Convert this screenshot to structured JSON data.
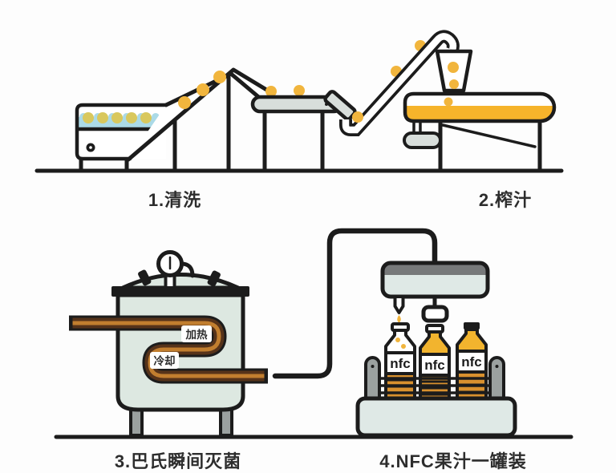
{
  "colors": {
    "background": "#fdfdfd",
    "outline": "#1c1c1c",
    "label_text": "#2d2d2d",
    "fruit": "#f1b53d",
    "fruit_washed": "#d9c85d",
    "water": "#abdae7",
    "belt": "#d8dedb",
    "juice": "#f6b42b",
    "tank_body": "#dde8e1",
    "platform": "#dfe9e6",
    "post": "#9ba1a0",
    "head_band": "#77797a",
    "pipe_dark": "#56331a",
    "pipe_stripe": "#c17e2f",
    "bottle_juice": "#f2b42e",
    "rib_orange": "#d9912e"
  },
  "steps": [
    {
      "label": "1.清洗"
    },
    {
      "label": "2.榨汁"
    },
    {
      "label": "3.巴氏瞬间灭菌"
    },
    {
      "label": "4.NFC果汁一罐装"
    }
  ],
  "pasteurizer": {
    "heating_label": "加热",
    "cooling_label": "冷却"
  },
  "bottle": {
    "brand_label": "nfc"
  }
}
